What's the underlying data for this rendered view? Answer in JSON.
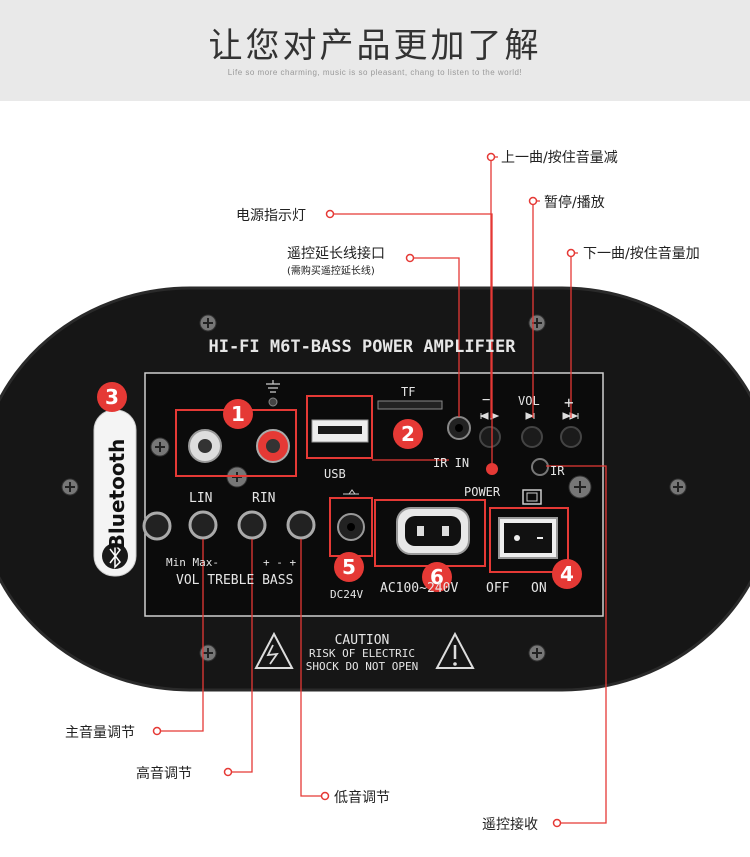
{
  "header": {
    "title": "让您对产品更加了解",
    "subtitle": "Life so more charming, music is so pleasant, chang to listen to the world!"
  },
  "panel": {
    "model_text": "HI-FI M6T-BASS POWER AMPLIFIER",
    "bluetooth_text": "Bluetooth",
    "tf_text": "TF",
    "usb_text": "USB",
    "irin_text": "IR IN",
    "ir_text": "IR",
    "power_text": "POWER",
    "vol_btn_text": "VOL",
    "minus_text": "−",
    "plus_text": "+",
    "lin_text": "LIN",
    "rin_text": "RIN",
    "min_max_text": "Min Max-",
    "plus_minus_text": "+  -  +",
    "knob_labels_text": "VOL  TREBLE BASS",
    "dc_text": "DC24V",
    "ac_text": "AC100~240V",
    "off_text": "OFF",
    "on_text": "ON",
    "caution_title": "CAUTION",
    "caution_line1": "RISK OF ELECTRIC",
    "caution_line2": "SHOCK DO NOT OPEN"
  },
  "badges": [
    "1",
    "2",
    "3",
    "4",
    "5",
    "6"
  ],
  "callouts": {
    "prev_track": "上一曲/按住音量减",
    "pause_play": "暂停/播放",
    "next_track": "下一曲/按住音量加",
    "power_indicator": "电源指示灯",
    "ir_ext_port": "遥控延长线接口",
    "ir_ext_note": "(需购买遥控延长线)",
    "main_volume": "主音量调节",
    "treble_adjust": "高音调节",
    "bass_adjust": "低音调节",
    "ir_receiver": "遥控接收"
  },
  "colors": {
    "accent": "#e53935",
    "panel": "#151515",
    "plate": "#0c0c0c",
    "header_bg": "#e9e9e9"
  }
}
